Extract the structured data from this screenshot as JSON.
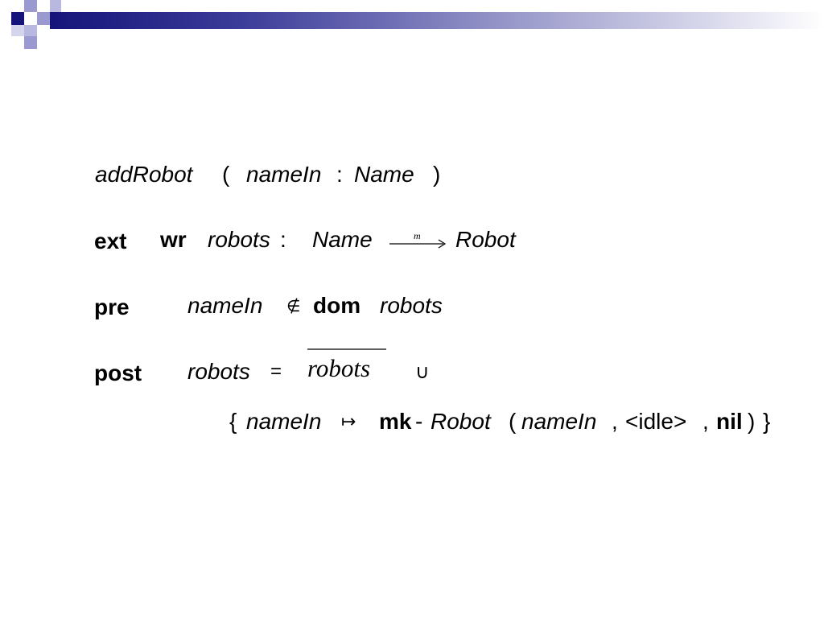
{
  "slide": {
    "header_colors": {
      "dark": "#14147a",
      "light": "#9a9ad0",
      "bar_start": "#14147a",
      "bar_end": "#ffffff"
    },
    "signature": {
      "op_name": "addRobot",
      "open_paren": "(",
      "param": "nameIn",
      "colon": ":",
      "type": "Name",
      "close_paren": ")"
    },
    "ext": {
      "keyword": "ext",
      "mode": "wr",
      "var": "robots",
      "colon": ":",
      "domain_type": "Name",
      "map_marker": "m",
      "range_type": "Robot"
    },
    "pre": {
      "keyword": "pre",
      "lhs": "nameIn",
      "not_in_symbol": "∉",
      "dom_keyword": "dom",
      "rhs": "robots"
    },
    "post": {
      "keyword": "post",
      "lhs": "robots",
      "equals": "=",
      "old_value": "robots",
      "union_symbol": "∪",
      "open_brace": "{",
      "key": "nameIn",
      "maps_to_symbol": "↦",
      "mk_keyword": "mk",
      "dash": "-",
      "constructor": "Robot",
      "open_paren": "(",
      "arg1": "nameIn",
      "comma1": ",",
      "arg2": "<idle>",
      "comma2": ",",
      "nil_keyword": "nil",
      "close_paren": ")",
      "close_brace": "}"
    }
  }
}
